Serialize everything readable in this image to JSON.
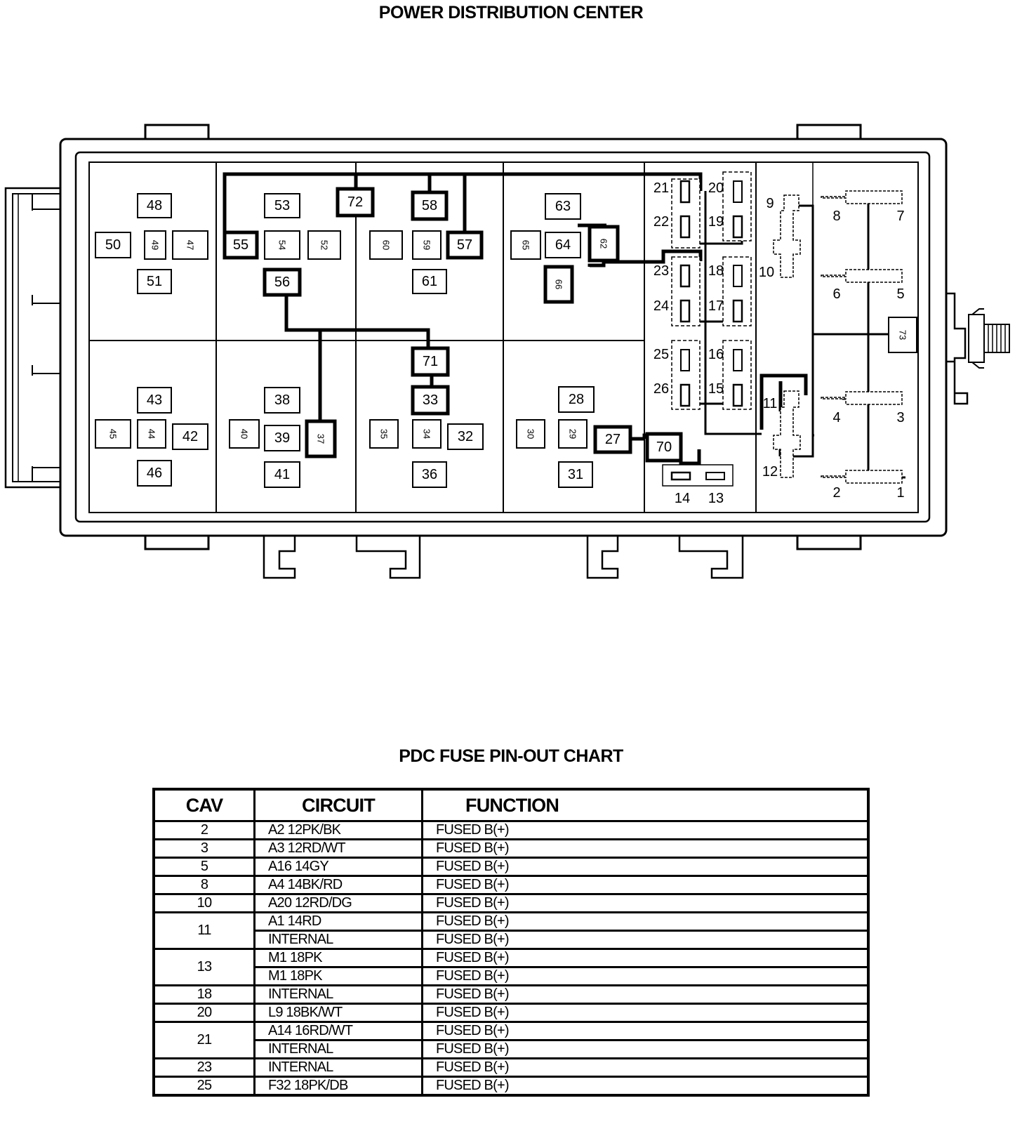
{
  "diagram_title": "POWER DISTRIBUTION CENTER",
  "chart_title": "PDC FUSE PIN-OUT CHART",
  "headers": {
    "cav": "CAV",
    "circuit": "CIRCUIT",
    "function": "FUNCTION"
  },
  "rows": [
    {
      "cav": "2",
      "circuits": [
        {
          "circuit": "A2 12PK/BK",
          "function": "FUSED B(+)"
        }
      ]
    },
    {
      "cav": "3",
      "circuits": [
        {
          "circuit": "A3 12RD/WT",
          "function": "FUSED B(+)"
        }
      ]
    },
    {
      "cav": "5",
      "circuits": [
        {
          "circuit": "A16 14GY",
          "function": "FUSED B(+)"
        }
      ]
    },
    {
      "cav": "8",
      "circuits": [
        {
          "circuit": "A4 14BK/RD",
          "function": "FUSED B(+)"
        }
      ]
    },
    {
      "cav": "10",
      "circuits": [
        {
          "circuit": "A20 12RD/DG",
          "function": "FUSED B(+)"
        }
      ]
    },
    {
      "cav": "11",
      "circuits": [
        {
          "circuit": "A1 14RD",
          "function": "FUSED B(+)"
        },
        {
          "circuit": "INTERNAL",
          "function": "FUSED B(+)"
        }
      ]
    },
    {
      "cav": "13",
      "circuits": [
        {
          "circuit": "M1 18PK",
          "function": "FUSED B(+)"
        },
        {
          "circuit": "M1 18PK",
          "function": "FUSED B(+)"
        }
      ]
    },
    {
      "cav": "18",
      "circuits": [
        {
          "circuit": "INTERNAL",
          "function": "FUSED B(+)"
        }
      ]
    },
    {
      "cav": "20",
      "circuits": [
        {
          "circuit": "L9 18BK/WT",
          "function": "FUSED B(+)"
        }
      ]
    },
    {
      "cav": "21",
      "circuits": [
        {
          "circuit": "A14 16RD/WT",
          "function": "FUSED B(+)"
        },
        {
          "circuit": "INTERNAL",
          "function": "FUSED B(+)"
        }
      ]
    },
    {
      "cav": "23",
      "circuits": [
        {
          "circuit": "INTERNAL",
          "function": "FUSED B(+)"
        }
      ]
    },
    {
      "cav": "25",
      "circuits": [
        {
          "circuit": "F32 18PK/DB",
          "function": "FUSED B(+)"
        }
      ]
    }
  ],
  "fuse_cavities": [
    {
      "label": "48"
    },
    {
      "label": "50"
    },
    {
      "label": "49"
    },
    {
      "label": "47"
    },
    {
      "label": "51"
    },
    {
      "label": "53"
    },
    {
      "label": "55"
    },
    {
      "label": "54"
    },
    {
      "label": "52"
    },
    {
      "label": "56"
    },
    {
      "label": "72"
    },
    {
      "label": "58"
    },
    {
      "label": "60"
    },
    {
      "label": "59"
    },
    {
      "label": "57"
    },
    {
      "label": "61"
    },
    {
      "label": "63"
    },
    {
      "label": "65"
    },
    {
      "label": "64"
    },
    {
      "label": "62"
    },
    {
      "label": "66"
    },
    {
      "label": "43"
    },
    {
      "label": "45"
    },
    {
      "label": "44"
    },
    {
      "label": "42"
    },
    {
      "label": "46"
    },
    {
      "label": "38"
    },
    {
      "label": "40"
    },
    {
      "label": "39"
    },
    {
      "label": "37"
    },
    {
      "label": "41"
    },
    {
      "label": "71"
    },
    {
      "label": "33"
    },
    {
      "label": "35"
    },
    {
      "label": "34"
    },
    {
      "label": "32"
    },
    {
      "label": "36"
    },
    {
      "label": "28"
    },
    {
      "label": "30"
    },
    {
      "label": "29"
    },
    {
      "label": "27"
    },
    {
      "label": "31"
    },
    {
      "label": "70"
    }
  ],
  "mini_fuse_labels": [
    "21",
    "20",
    "22",
    "19",
    "23",
    "18",
    "24",
    "17",
    "25",
    "16",
    "26",
    "15",
    "14",
    "13"
  ],
  "relay_labels": [
    "9",
    "8",
    "7",
    "10",
    "6",
    "5",
    "11",
    "4",
    "3",
    "12",
    "2",
    "1"
  ],
  "small_block_label": "73"
}
